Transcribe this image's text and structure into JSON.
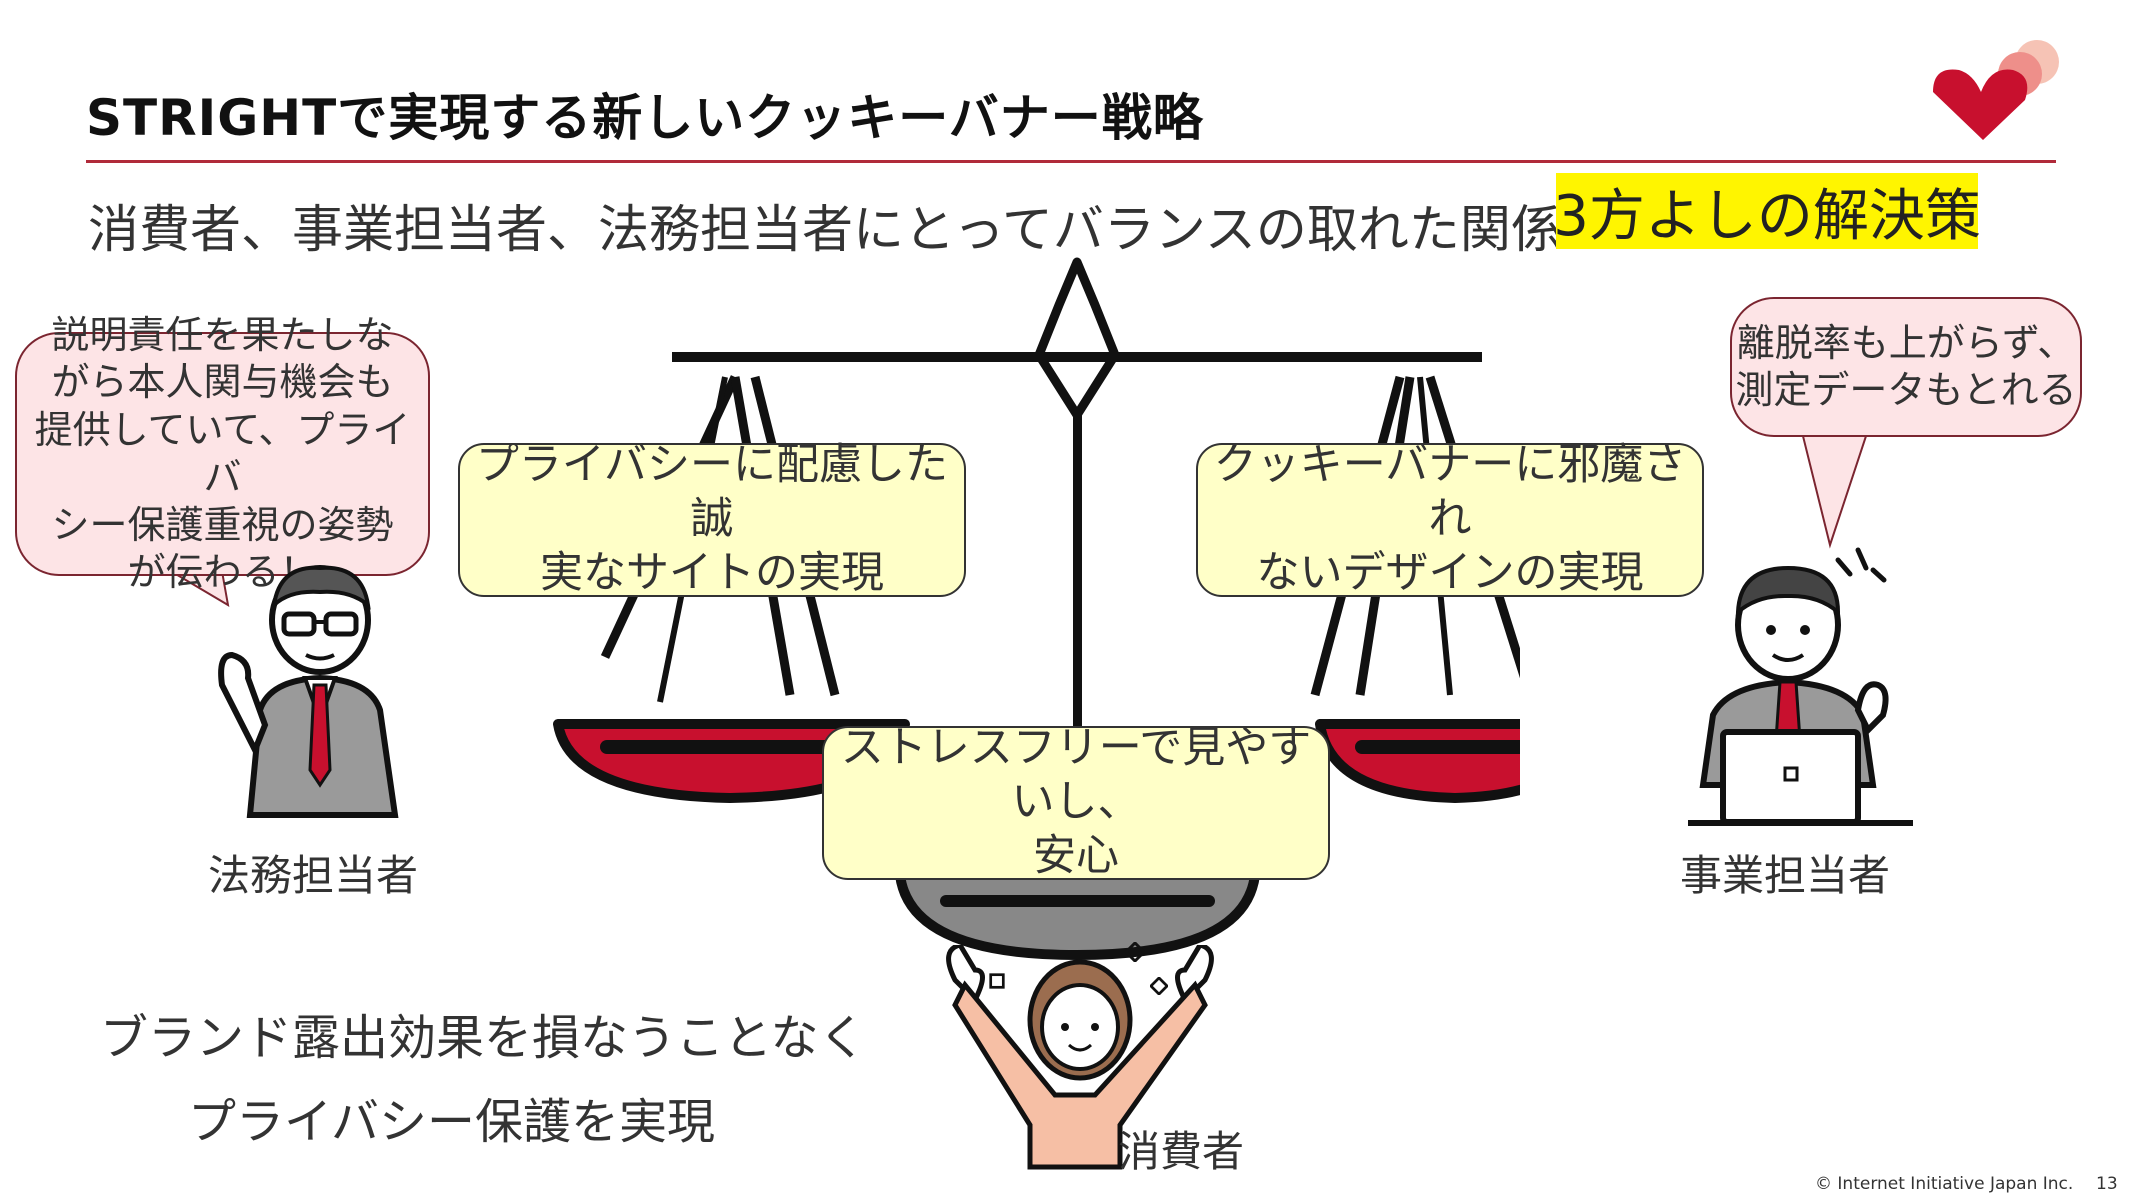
{
  "header": {
    "title": "STRIGHTで実現する新しいクッキーバナー戦略",
    "subtitle": "消費者、事業担当者、法務担当者にとってバランスの取れた関係に ⇒",
    "highlight": "3方よしの解決策"
  },
  "logo": {
    "icon": "heart-logo-icon",
    "color": "#c8102e"
  },
  "scale": {
    "left_pan_text": "プライバシーに配慮した誠\n実なサイトの実現",
    "right_pan_text": "クッキーバナーに邪魔され\nないデザインの実現",
    "base_text": "ストレスフリーで見やすいし、\n安心"
  },
  "people": {
    "legal": {
      "speech": "説明責任を果たしな\nがら本人関与機会も\n提供していて、プライバ\nシー保護重視の姿勢\nが伝わる！",
      "label": "法務担当者"
    },
    "business": {
      "speech": "離脱率も上がらず、\n測定データもとれる",
      "label": "事業担当者"
    },
    "consumer": {
      "label": "消費者"
    }
  },
  "bottom_text": {
    "line1": "ブランド露出効果を損なうことなく",
    "line2": "プライバシー保護を実現"
  },
  "footer": {
    "copyright": "© Internet Initiative Japan Inc.",
    "page_number": "13"
  },
  "colors": {
    "accent": "#b02a3a",
    "pan_red": "#c8102e",
    "bubble_yellow": "#ffffc8",
    "bubble_pink": "#fde4e6",
    "highlight": "#fff500"
  }
}
